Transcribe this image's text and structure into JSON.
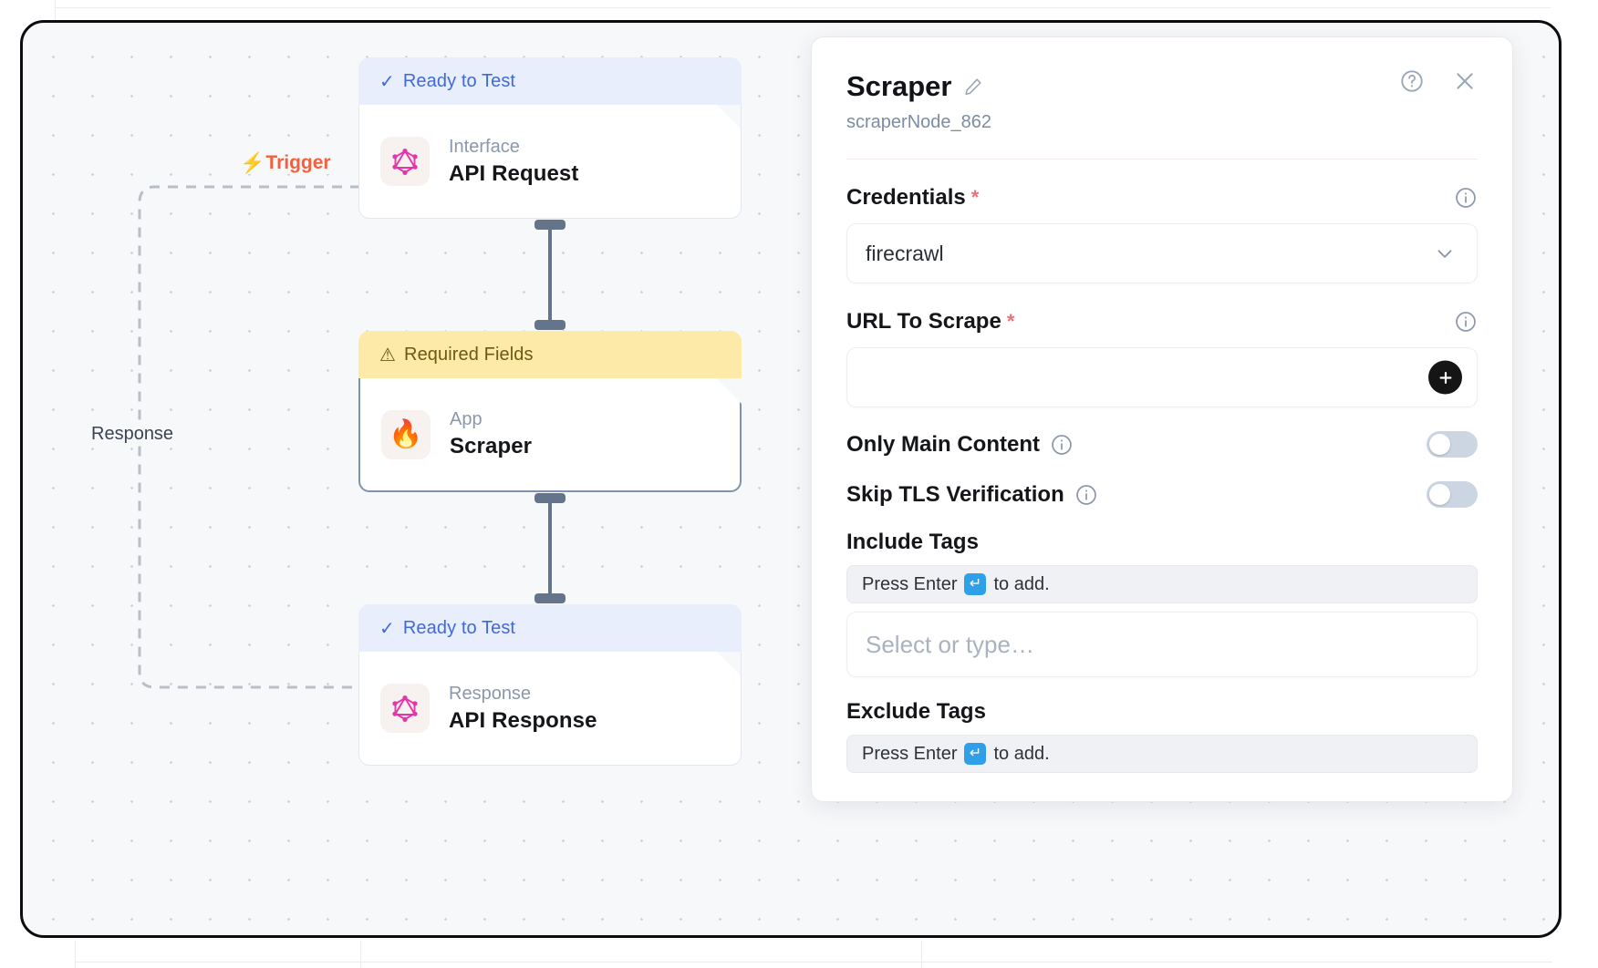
{
  "canvas": {
    "trigger_label": "Trigger",
    "response_label": "Response",
    "nodes": [
      {
        "status": "Ready to Test",
        "status_type": "ready",
        "kind": "Interface",
        "title": "API Request",
        "icon": "graphql-icon"
      },
      {
        "status": "Required Fields",
        "status_type": "required",
        "kind": "App",
        "title": "Scraper",
        "icon": "fire-icon"
      },
      {
        "status": "Ready to Test",
        "status_type": "ready",
        "kind": "Response",
        "title": "API Response",
        "icon": "graphql-icon"
      }
    ]
  },
  "panel": {
    "title": "Scraper",
    "edit_icon": "pencil-icon",
    "node_id": "scraperNode_862",
    "help_icon": "help-circle-icon",
    "close_icon": "close-icon",
    "credentials": {
      "label": "Credentials",
      "required_marker": "*",
      "info_icon": "info-icon",
      "value": "firecrawl",
      "chevron_icon": "chevron-down-icon"
    },
    "url_to_scrape": {
      "label": "URL To Scrape",
      "required_marker": "*",
      "info_icon": "info-icon",
      "value": "",
      "add_icon": "plus-icon"
    },
    "only_main_content": {
      "label": "Only Main Content",
      "info_icon": "info-icon",
      "enabled": false
    },
    "skip_tls_verification": {
      "label": "Skip TLS Verification",
      "info_icon": "info-icon",
      "enabled": false
    },
    "include_tags": {
      "label": "Include Tags",
      "hint_prefix": "Press Enter",
      "hint_suffix": "to add.",
      "enter_glyph": "↵",
      "placeholder": "Select or type…"
    },
    "exclude_tags": {
      "label": "Exclude Tags",
      "hint_prefix": "Press Enter",
      "hint_suffix": "to add.",
      "enter_glyph": "↵"
    }
  },
  "colors": {
    "ready_bg": "#e8eefc",
    "ready_text": "#4169d8",
    "required_bg": "#fde9a8",
    "required_text": "#6b5a16",
    "trigger": "#f4603e",
    "accent_enter_key": "#2fa0e8",
    "required_star": "#f0707a"
  }
}
